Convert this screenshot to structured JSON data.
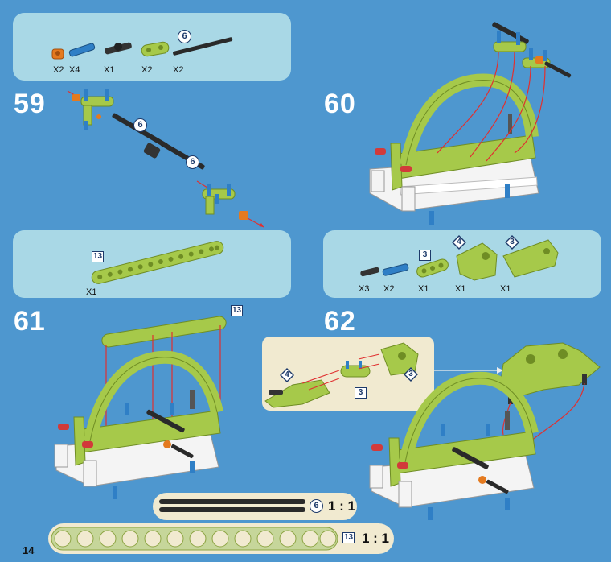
{
  "page_number": "14",
  "steps": [
    "59",
    "60",
    "61",
    "62"
  ],
  "parts_59": {
    "quantities": [
      "X2",
      "X4",
      "X1",
      "X2",
      "X2"
    ],
    "axle_size": "6"
  },
  "step59_labels": {
    "axle_a": "6",
    "axle_b": "6"
  },
  "parts_61": {
    "beam_size": "13",
    "quantity": "X1"
  },
  "step61_label": "13",
  "parts_62": {
    "quantities": [
      "X3",
      "X2",
      "X1",
      "X1",
      "X1"
    ],
    "beam_size": "3",
    "panel_left": "4",
    "panel_right": "3"
  },
  "step62_sub": {
    "left": "4",
    "middle": "3",
    "right": "3"
  },
  "reference": {
    "axle_size": "6",
    "axle_ratio": "1 : 1",
    "beam_size": "13",
    "beam_ratio": "1 : 1"
  },
  "colors": {
    "background": "#4e97cf",
    "panel": "#a9d8e6",
    "lime": "#a6c94a",
    "lime_dark": "#6f8d24",
    "axle": "#2a2a2a",
    "pin_blue": "#2f7fc6",
    "bush_orange": "#e47a1f",
    "frame_white": "#f4f4f4",
    "guide_red": "#e03030",
    "ruler_bg": "#f1ead0"
  }
}
